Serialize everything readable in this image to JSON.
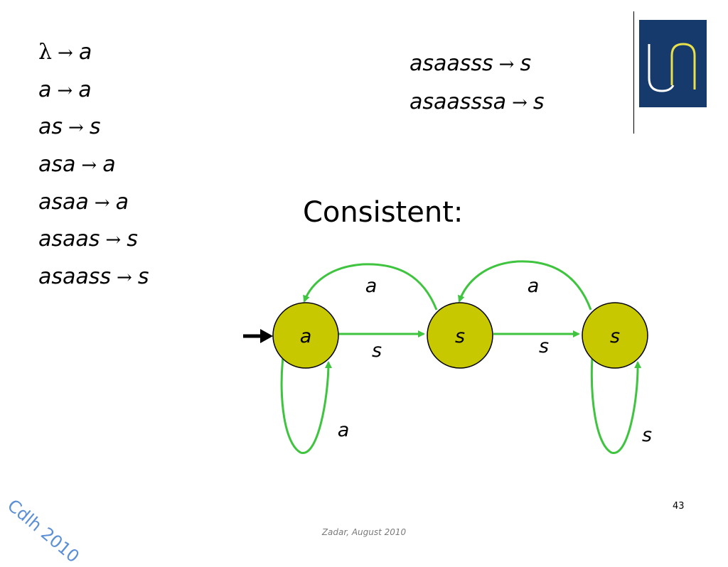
{
  "rules_left": [
    {
      "lhs": "λ",
      "arrow": "→",
      "rhs": "a"
    },
    {
      "lhs": "a",
      "arrow": "→",
      "rhs": "a"
    },
    {
      "lhs": "as",
      "arrow": "→",
      "rhs": "s"
    },
    {
      "lhs": "asa",
      "arrow": "→",
      "rhs": "a"
    },
    {
      "lhs": "asaa",
      "arrow": "→",
      "rhs": "a"
    },
    {
      "lhs": "asaas",
      "arrow": "→",
      "rhs": "s"
    },
    {
      "lhs": "asaass",
      "arrow": "→",
      "rhs": "s"
    }
  ],
  "rules_right": [
    {
      "lhs": "asaasss",
      "arrow": "→",
      "rhs": "s"
    },
    {
      "lhs": "asaasssa",
      "arrow": "→",
      "rhs": "s"
    }
  ],
  "title": "Consistent:",
  "diagram": {
    "states": [
      {
        "label": "a",
        "initial": true
      },
      {
        "label": "s",
        "initial": false
      },
      {
        "label": "s",
        "initial": false
      }
    ],
    "edges": [
      {
        "from": 0,
        "to": 1,
        "label": "s"
      },
      {
        "from": 1,
        "to": 2,
        "label": "s"
      },
      {
        "from": 1,
        "to": 0,
        "label": "a"
      },
      {
        "from": 2,
        "to": 1,
        "label": "a"
      },
      {
        "from": 0,
        "to": 0,
        "label": "a"
      },
      {
        "from": 2,
        "to": 2,
        "label": "s"
      }
    ],
    "colors": {
      "state_fill": "#c8c800",
      "edge": "#3fc43f",
      "state_stroke": "#000000"
    }
  },
  "watermark": "Cdlh 2010",
  "footer": "Zadar, August 2010",
  "page_number": "43"
}
